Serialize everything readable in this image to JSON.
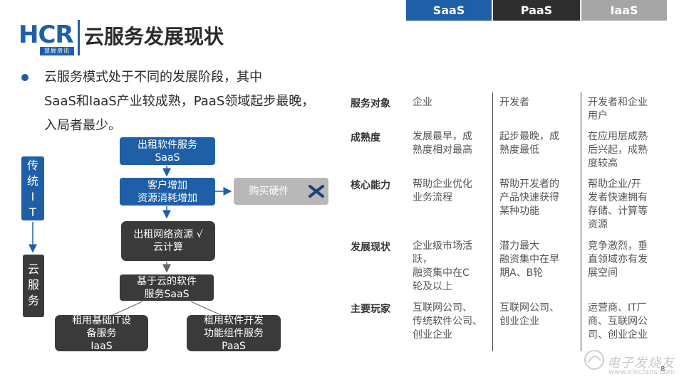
{
  "header": {
    "logo_main": "HCR",
    "logo_sub": "慧辰资讯",
    "title": "云服务发展现状"
  },
  "bullet": {
    "lines": [
      "云服务模式处于不同的发展阶段，其中",
      "SaaS和IaaS产业较成熟，PaaS领域起步最晚，",
      "入局者最少。"
    ]
  },
  "flow": {
    "traditional_it": [
      "传",
      "统",
      "I",
      "T"
    ],
    "cloud_service": [
      "云",
      "服",
      "务"
    ],
    "node1": [
      "出租软件服务",
      "SaaS"
    ],
    "node2": [
      "客户增加",
      "资源消耗增加"
    ],
    "buy_hardware": "购买硬件",
    "node3": [
      "出租网络资源 √",
      "云计算"
    ],
    "node4": [
      "基于云的软件",
      "服务SaaS"
    ],
    "node5": [
      "租用基础IT设",
      "备服务",
      "IaaS"
    ],
    "node6": [
      "租用软件开发",
      "功能组件服务",
      "PaaS"
    ]
  },
  "table": {
    "headers": [
      "SaaS",
      "PaaS",
      "IaaS"
    ],
    "header_colors": [
      "#1f5fa8",
      "#2e2e2e",
      "#a6a6a6"
    ],
    "rows": [
      {
        "label": "服务对象",
        "cells": [
          "企业",
          "开发者",
          "开发者和企业\n用户"
        ]
      },
      {
        "label": "成熟度",
        "cells": [
          "发展最早，成\n熟度相对最高",
          "起步最晚，成\n熟度最低",
          "在应用层成熟\n后兴起，成熟\n度较高"
        ]
      },
      {
        "label": "核心能力",
        "cells": [
          "帮助企业优化\n业务流程",
          "帮助开发者的\n产品快速获得\n某种功能",
          "帮助企业/开\n发者快速拥有\n存储、计算等\n资源"
        ]
      },
      {
        "label": "发展现状",
        "cells": [
          "企业级市场活\n跃，\n融资集中在C\n轮及以上",
          "潜力最大\n融资集中在早\n期A、B轮",
          "竞争激烈，垂\n直领域亦有发\n展空间"
        ]
      },
      {
        "label": "主要玩家",
        "cells": [
          "互联网公司、\n传统软件公司、\n创业企业",
          "互联网公司、\n创业企业",
          "运营商、IT厂\n商、互联网公\n司、创业企业"
        ]
      }
    ]
  },
  "footer": {
    "page_number": "8",
    "watermark": "电子发烧友",
    "watermark_url": "www.elecfans.com"
  },
  "colors": {
    "accent": "#1f5fa8",
    "dark": "#3a3a3a",
    "gray": "#b8b8b8"
  }
}
